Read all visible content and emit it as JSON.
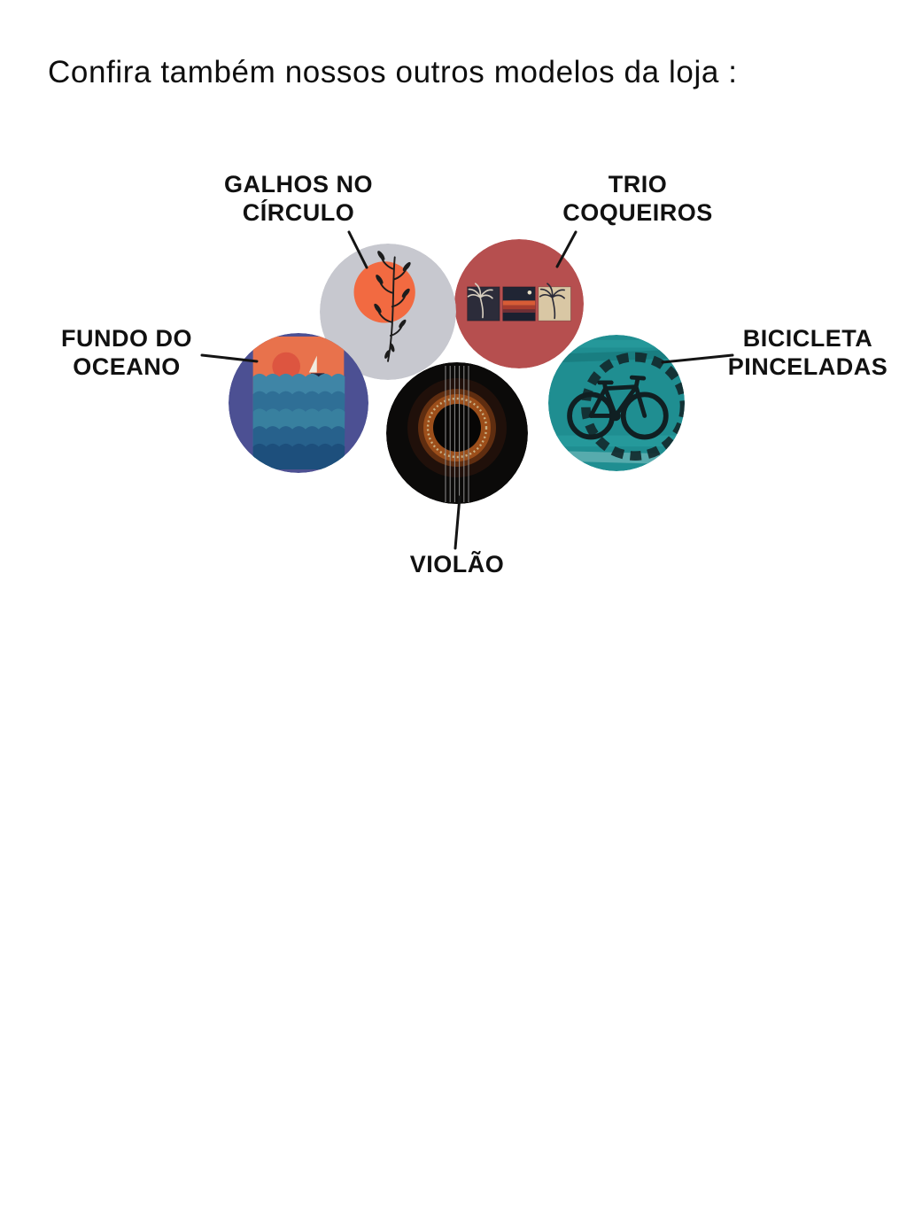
{
  "page": {
    "title": "Confira também nossos outros modelos da loja :"
  },
  "products": [
    {
      "name": "GALHOS NO\nCÍRCULO",
      "image": "branches-in-circle-art",
      "bg": "#c7c8cf",
      "accent": "#f26a41"
    },
    {
      "name": "TRIO\nCOQUEIROS",
      "image": "palm-trio-frames-art",
      "bg": "#c05454",
      "accent": "#d85c36"
    },
    {
      "name": "FUNDO DO\nOCEANO",
      "image": "ocean-sunset-art",
      "bg": "#4c5093",
      "accent": "#e8724c"
    },
    {
      "name": "BICICLETA\nPINCELADAS",
      "image": "bicycle-gear-art",
      "bg": "#1f8e91",
      "accent": "#122a2e"
    },
    {
      "name": "VIOLÃO",
      "image": "guitar-soundhole-art",
      "bg": "#0b0a09",
      "accent": "#9c4e1a"
    }
  ]
}
